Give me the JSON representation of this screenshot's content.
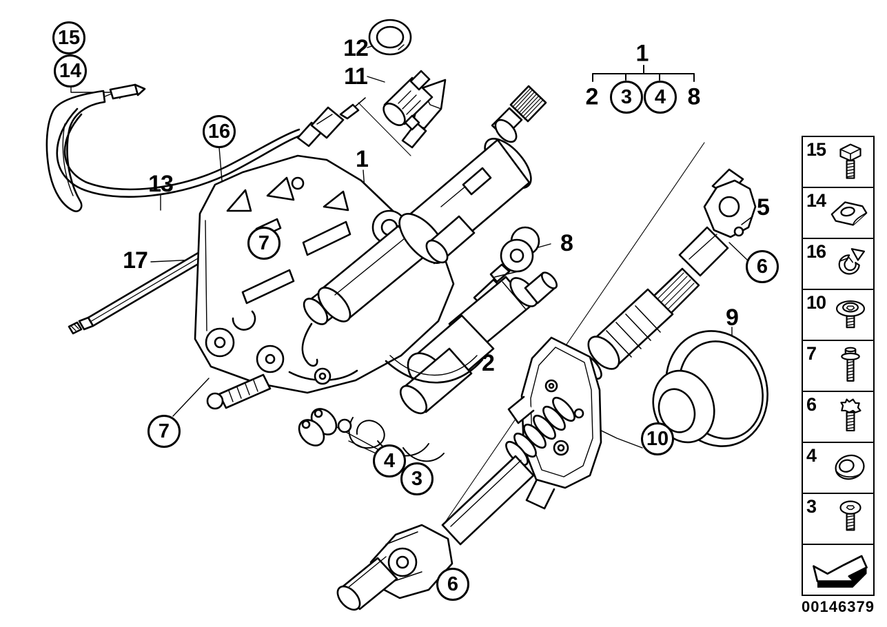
{
  "doc_number": "00146379",
  "legend": {
    "parent_label": "1",
    "children": [
      {
        "label": "2",
        "circled": false
      },
      {
        "label": "3",
        "circled": true
      },
      {
        "label": "4",
        "circled": true
      },
      {
        "label": "8",
        "circled": false
      }
    ]
  },
  "callouts": [
    {
      "label": "15",
      "circled": true
    },
    {
      "label": "14",
      "circled": true
    },
    {
      "label": "12",
      "circled": false
    },
    {
      "label": "11",
      "circled": false
    },
    {
      "label": "16",
      "circled": true
    },
    {
      "label": "13",
      "circled": false
    },
    {
      "label": "1",
      "circled": false
    },
    {
      "label": "7",
      "circled": true
    },
    {
      "label": "17",
      "circled": false
    },
    {
      "label": "8",
      "circled": false
    },
    {
      "label": "5",
      "circled": false
    },
    {
      "label": "6",
      "circled": true
    },
    {
      "label": "9",
      "circled": false
    },
    {
      "label": "2",
      "circled": false
    },
    {
      "label": "10",
      "circled": true
    },
    {
      "label": "7",
      "circled": true
    },
    {
      "label": "4",
      "circled": true
    },
    {
      "label": "3",
      "circled": true
    },
    {
      "label": "6",
      "circled": true
    }
  ],
  "sidebar": {
    "items": [
      {
        "label": "15",
        "icon": "hex-bolt"
      },
      {
        "label": "14",
        "icon": "clamp-plate"
      },
      {
        "label": "16",
        "icon": "cable-clip"
      },
      {
        "label": "10",
        "icon": "washer-screw"
      },
      {
        "label": "7",
        "icon": "flange-bolt"
      },
      {
        "label": "6",
        "icon": "torx-bolt"
      },
      {
        "label": "4",
        "icon": "grommet"
      },
      {
        "label": "3",
        "icon": "pan-head-screw"
      }
    ],
    "nav_arrow_icon": "back-arrow"
  },
  "colors": {
    "line": "#000000",
    "background": "#ffffff"
  }
}
